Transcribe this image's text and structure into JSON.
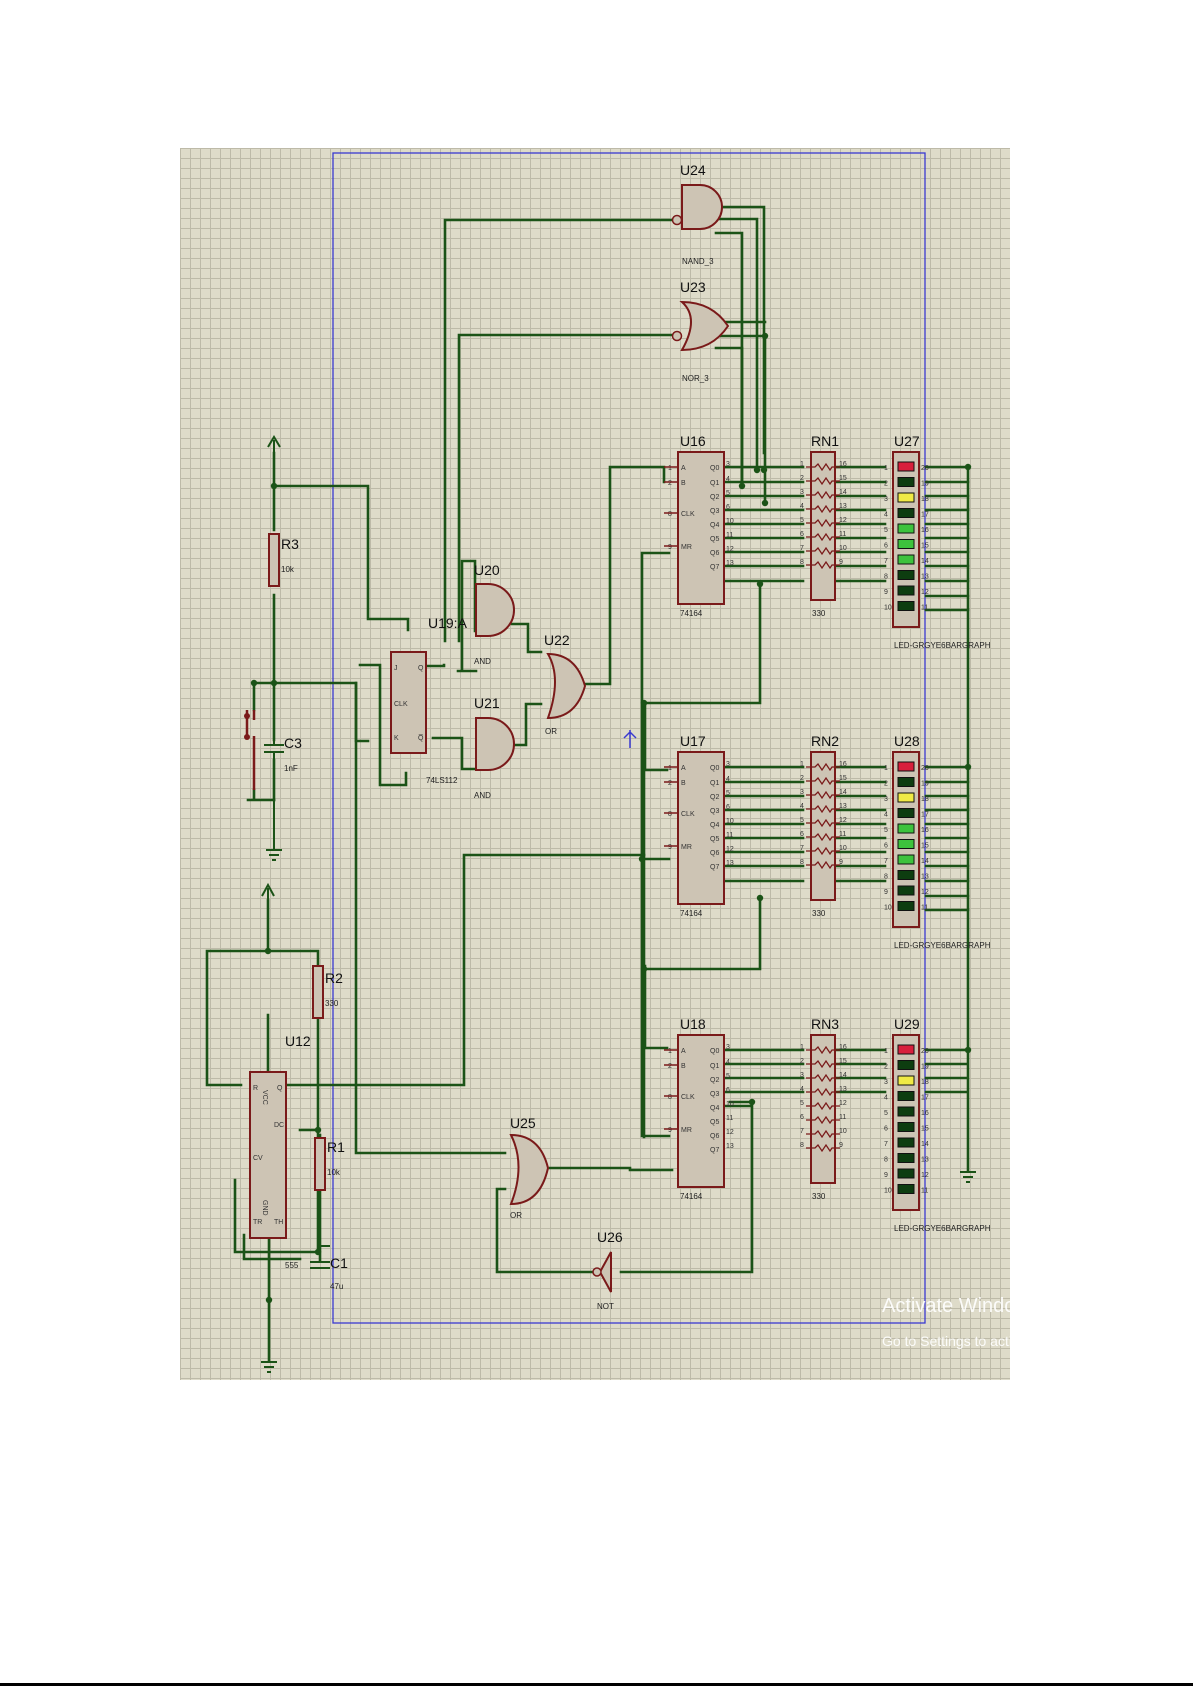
{
  "colors": {
    "sheet": "#dedbc9",
    "wire": "#1b5317",
    "component_fill": "#cdc4b4",
    "component_stroke": "#7a1a1a",
    "border": "#3a3ad0",
    "led_red": "#d81f3c",
    "led_yellow": "#f0ea45",
    "led_green": "#3dc23d",
    "led_off": "#0d3d10"
  },
  "components": {
    "u24": {
      "ref": "U24",
      "type": "NAND_3"
    },
    "u23": {
      "ref": "U23",
      "type": "NOR_3"
    },
    "u20": {
      "ref": "U20",
      "type": "AND"
    },
    "u21": {
      "ref": "U21",
      "type": "AND"
    },
    "u22": {
      "ref": "U22",
      "type": "OR"
    },
    "u25": {
      "ref": "U25",
      "type": "OR"
    },
    "u26": {
      "ref": "U26",
      "type": "NOT"
    },
    "u19": {
      "ref": "U19:A",
      "type": "74LS112"
    },
    "u16": {
      "ref": "U16",
      "type": "74164"
    },
    "u17": {
      "ref": "U17",
      "type": "74164"
    },
    "u18": {
      "ref": "U18",
      "type": "74164"
    },
    "rn1": {
      "ref": "RN1",
      "value": "330"
    },
    "rn2": {
      "ref": "RN2",
      "value": "330"
    },
    "rn3": {
      "ref": "RN3",
      "value": "330"
    },
    "u27": {
      "ref": "U27",
      "type": "LED-GRGYE6BARGRAPH"
    },
    "u28": {
      "ref": "U28",
      "type": "LED-GRGYE6BARGRAPH"
    },
    "u29": {
      "ref": "U29",
      "type": "LED-GRGYE6BARGRAPH"
    },
    "r3": {
      "ref": "R3",
      "value": "10k"
    },
    "c3": {
      "ref": "C3",
      "value": "1nF"
    },
    "r2": {
      "ref": "R2",
      "value": "330"
    },
    "r1": {
      "ref": "R1",
      "value": "10k"
    },
    "c1": {
      "ref": "C1",
      "value": "47u"
    },
    "u12": {
      "ref": "U12",
      "type": "555"
    }
  },
  "shift_register_pins": {
    "inputs": [
      [
        "1",
        "A"
      ],
      [
        "2",
        "B"
      ],
      [
        "8",
        "CLK"
      ],
      [
        "9",
        "MR"
      ]
    ],
    "outputs": [
      [
        "3",
        "Q0"
      ],
      [
        "4",
        "Q1"
      ],
      [
        "5",
        "Q2"
      ],
      [
        "6",
        "Q3"
      ],
      [
        "10",
        "Q4"
      ],
      [
        "11",
        "Q5"
      ],
      [
        "12",
        "Q6"
      ],
      [
        "13",
        "Q7"
      ]
    ]
  },
  "flipflop_pins": {
    "j": "J",
    "clk": "CLK",
    "k": "K",
    "q": "Q",
    "qbar": "Q̅"
  },
  "timer_pins": {
    "vcc": "VCC",
    "q": "Q",
    "dc": "DC",
    "cv": "CV",
    "tr": "TR",
    "th": "TH",
    "r": "R",
    "gnd": "GND"
  },
  "resistor_network_pins": {
    "left": [
      "1",
      "2",
      "3",
      "4",
      "5",
      "6",
      "7",
      "8"
    ],
    "right": [
      "16",
      "15",
      "14",
      "13",
      "12",
      "11",
      "10",
      "9"
    ]
  },
  "bargraph_pins": {
    "left": [
      "1",
      "2",
      "3",
      "4",
      "5",
      "6",
      "7",
      "8",
      "9",
      "10"
    ],
    "right": [
      "20",
      "19",
      "18",
      "17",
      "16",
      "15",
      "14",
      "13",
      "12",
      "11"
    ],
    "led_states_top": [
      "red",
      "off",
      "yellow",
      "off",
      "green",
      "green",
      "green",
      "off",
      "off",
      "off"
    ],
    "led_states_mid": [
      "red",
      "off",
      "yellow",
      "off",
      "green",
      "green",
      "green",
      "off",
      "off",
      "off"
    ],
    "led_states_bot": [
      "red",
      "off",
      "yellow",
      "off",
      "off",
      "off",
      "off",
      "off",
      "off",
      "off"
    ]
  },
  "watermark": {
    "line1": "Activate Windows",
    "line2": "Go to Settings to activate Windo"
  }
}
